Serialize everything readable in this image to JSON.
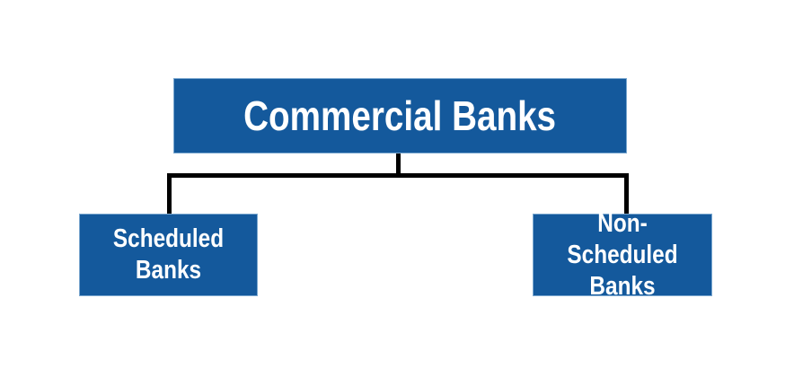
{
  "diagram": {
    "type": "org-chart",
    "root": {
      "label": "Commercial Banks"
    },
    "children": [
      {
        "label": "Scheduled Banks"
      },
      {
        "label": "Non-Scheduled Banks"
      }
    ],
    "colors": {
      "box_fill": "#14599c",
      "box_border": "#7aa7cf",
      "text": "#ffffff",
      "connector": "#000000",
      "background": "#ffffff"
    }
  }
}
